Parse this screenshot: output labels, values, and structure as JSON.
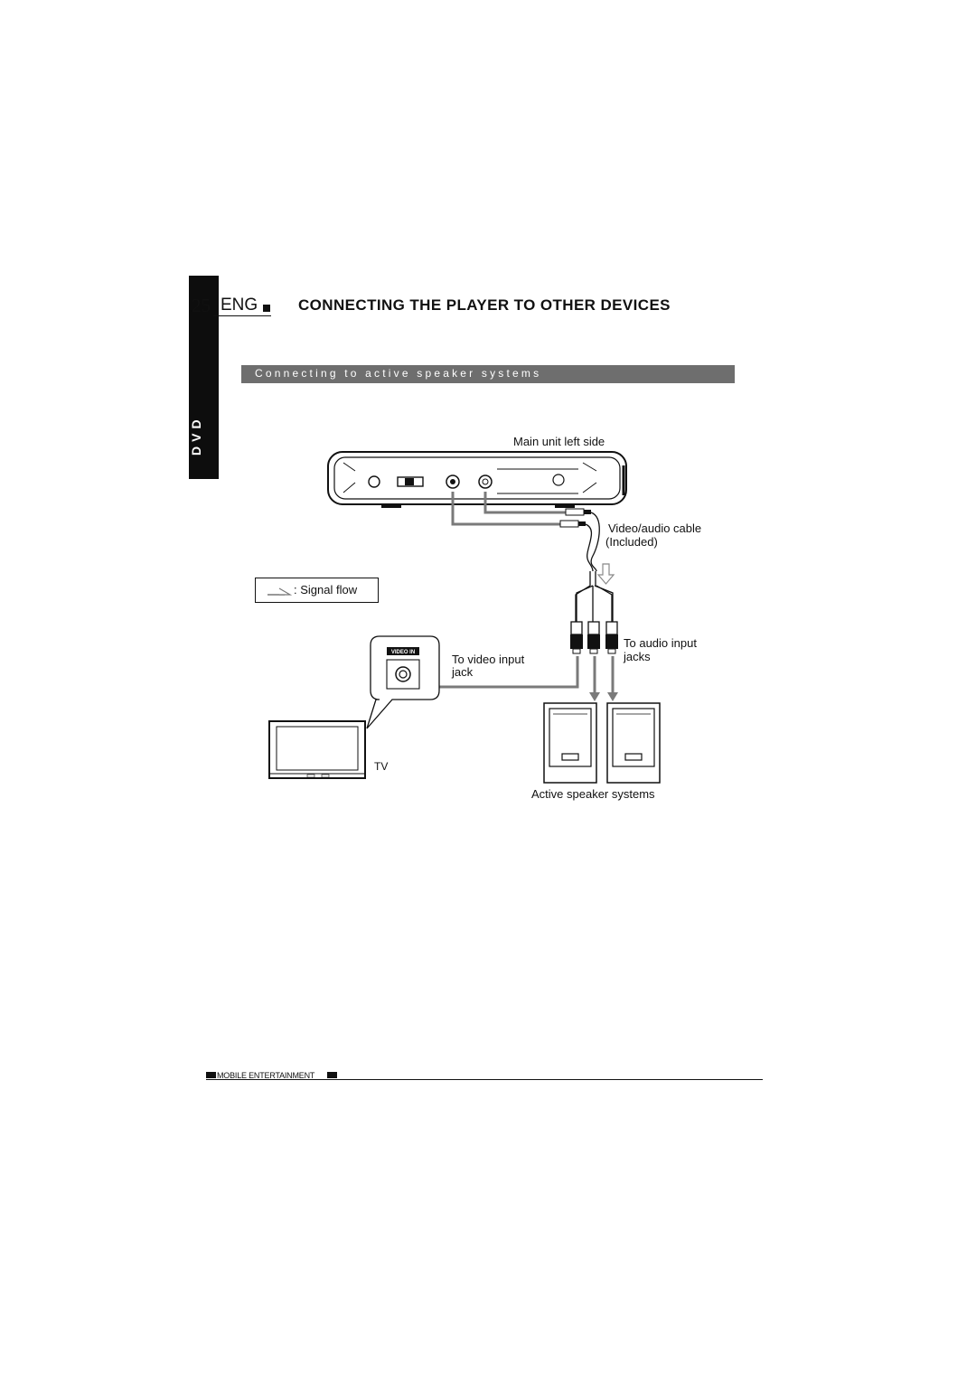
{
  "header": {
    "page_number": "25",
    "language": "ENG",
    "title": "CONNECTING THE PLAYER TO OTHER DEVICES"
  },
  "side_tab": {
    "label": "DVD"
  },
  "section": {
    "title": "Connecting to active speaker systems"
  },
  "diagram": {
    "main_unit_label": "Main unit left side",
    "cable_label_line1": "Video/audio cable",
    "cable_label_line2": "(Included)",
    "legend_label": ": Signal  flow",
    "video_jack_label_line1": "To video input",
    "video_jack_label_line2": "jack",
    "video_in_tag": "VIDEO IN",
    "audio_jacks_label_line1": "To audio input",
    "audio_jacks_label_line2": "jacks",
    "tv_label": "TV",
    "speakers_label": "Active speaker systems"
  },
  "footer": {
    "text": "MOBILE ENTERTAINMENT"
  },
  "colors": {
    "tab": "#0d0d0d",
    "section_bar": "#6e6e6e",
    "signal_line": "#7a7a7a",
    "ink": "#111111"
  }
}
